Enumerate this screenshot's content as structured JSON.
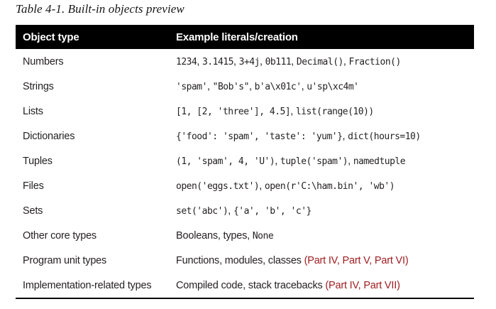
{
  "title": "Table 4-1. Built-in objects preview",
  "colors": {
    "header_bg": "#000000",
    "header_text": "#ffffff",
    "body_text": "#231f20",
    "link_red": "#9e1b1e"
  },
  "table": {
    "columns": [
      {
        "label": "Object type"
      },
      {
        "label": "Example literals/creation"
      }
    ],
    "rows": [
      {
        "object_type": "Numbers",
        "example": [
          {
            "t": "1234",
            "s": "code"
          },
          {
            "t": ", ",
            "s": "plain"
          },
          {
            "t": "3.1415",
            "s": "code"
          },
          {
            "t": ", ",
            "s": "plain"
          },
          {
            "t": "3+4j",
            "s": "code"
          },
          {
            "t": ", ",
            "s": "plain"
          },
          {
            "t": "0b111",
            "s": "code"
          },
          {
            "t": ", ",
            "s": "plain"
          },
          {
            "t": "Decimal()",
            "s": "code"
          },
          {
            "t": ", ",
            "s": "plain"
          },
          {
            "t": "Fraction()",
            "s": "code"
          }
        ]
      },
      {
        "object_type": "Strings",
        "example": [
          {
            "t": "'spam'",
            "s": "code"
          },
          {
            "t": ", ",
            "s": "plain"
          },
          {
            "t": "\"Bob's\"",
            "s": "code"
          },
          {
            "t": ", ",
            "s": "plain"
          },
          {
            "t": "b'a\\x01c'",
            "s": "code"
          },
          {
            "t": ", ",
            "s": "plain"
          },
          {
            "t": "u'sp\\xc4m'",
            "s": "code"
          }
        ]
      },
      {
        "object_type": "Lists",
        "example": [
          {
            "t": "[1, [2, 'three'], 4.5]",
            "s": "code"
          },
          {
            "t": ", ",
            "s": "plain"
          },
          {
            "t": "list(range(10))",
            "s": "code"
          }
        ]
      },
      {
        "object_type": "Dictionaries",
        "example": [
          {
            "t": "{'food': 'spam', 'taste': 'yum'}",
            "s": "code"
          },
          {
            "t": ", ",
            "s": "plain"
          },
          {
            "t": "dict(hours=10)",
            "s": "code"
          }
        ]
      },
      {
        "object_type": "Tuples",
        "example": [
          {
            "t": "(1, 'spam', 4, 'U')",
            "s": "code"
          },
          {
            "t": ", ",
            "s": "plain"
          },
          {
            "t": "tuple('spam')",
            "s": "code"
          },
          {
            "t": ", ",
            "s": "plain"
          },
          {
            "t": "namedtuple",
            "s": "code"
          }
        ]
      },
      {
        "object_type": "Files",
        "example": [
          {
            "t": "open('eggs.txt')",
            "s": "code"
          },
          {
            "t": ", ",
            "s": "plain"
          },
          {
            "t": "open(r'C:\\ham.bin', 'wb')",
            "s": "code"
          }
        ]
      },
      {
        "object_type": "Sets",
        "example": [
          {
            "t": "set('abc')",
            "s": "code"
          },
          {
            "t": ", ",
            "s": "plain"
          },
          {
            "t": "{'a', 'b', 'c'}",
            "s": "code"
          }
        ]
      },
      {
        "object_type": "Other core types",
        "example": [
          {
            "t": "Booleans, types, ",
            "s": "plain"
          },
          {
            "t": "None",
            "s": "code"
          }
        ]
      },
      {
        "object_type": "Program unit types",
        "example": [
          {
            "t": "Functions, modules, classes ",
            "s": "plain"
          },
          {
            "t": "(",
            "s": "linkp"
          },
          {
            "t": "Part IV",
            "s": "link"
          },
          {
            "t": ", ",
            "s": "linkp"
          },
          {
            "t": "Part V",
            "s": "link"
          },
          {
            "t": ", ",
            "s": "linkp"
          },
          {
            "t": "Part VI",
            "s": "link"
          },
          {
            "t": ")",
            "s": "linkp"
          }
        ]
      },
      {
        "object_type": "Implementation-related types",
        "example": [
          {
            "t": "Compiled code, stack tracebacks ",
            "s": "plain"
          },
          {
            "t": "(",
            "s": "linkp"
          },
          {
            "t": "Part IV",
            "s": "link"
          },
          {
            "t": ", ",
            "s": "linkp"
          },
          {
            "t": "Part VII",
            "s": "link"
          },
          {
            "t": ")",
            "s": "linkp"
          }
        ]
      }
    ]
  }
}
